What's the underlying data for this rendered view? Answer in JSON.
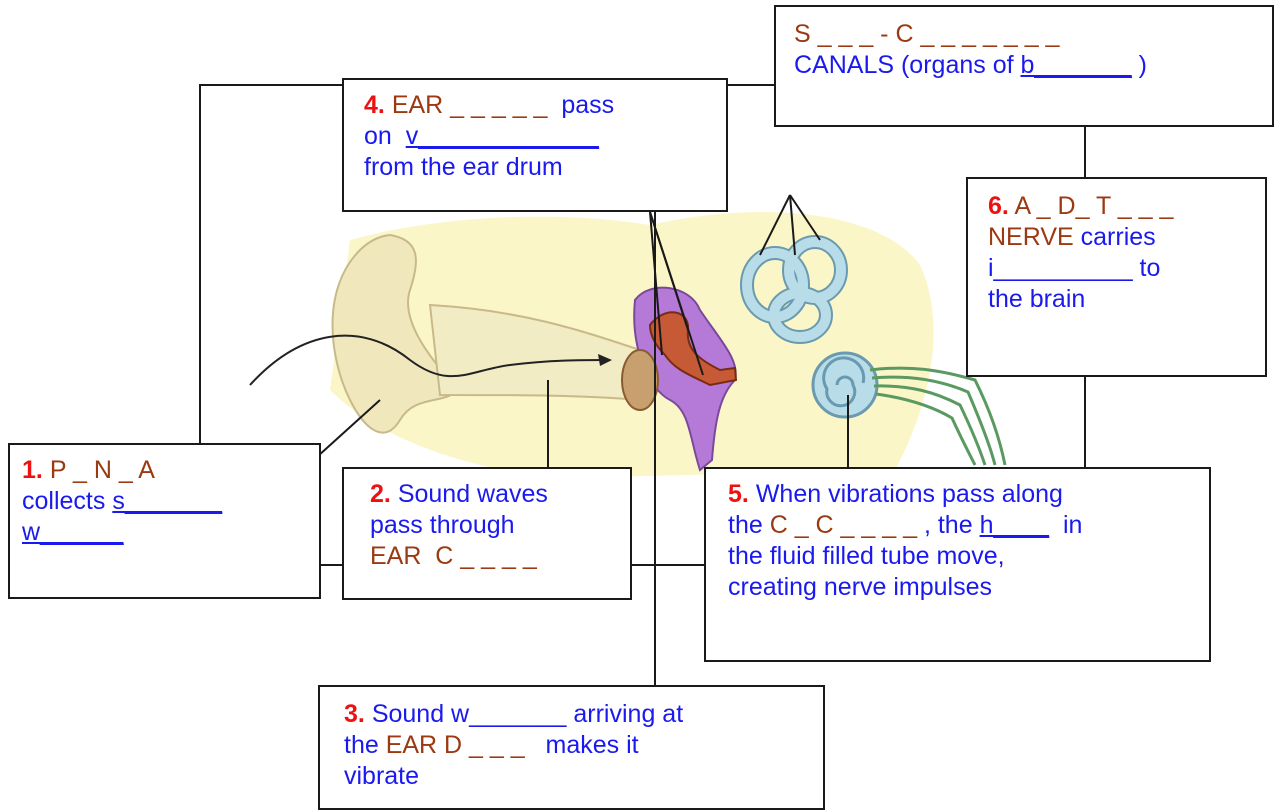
{
  "boxes": {
    "b1": {
      "num": "1.",
      "line1": "P _ N _ A",
      "collects": "collects ",
      "s_blank": "s_______",
      "w_blank": "w______"
    },
    "b2": {
      "num": "2.",
      "line1": "Sound waves",
      "line2": "pass through",
      "ear": "EAR  C _ _ _ _"
    },
    "b3": {
      "num": "3.",
      "line1a": "Sound w_______ arriving at",
      "the": "the ",
      "eard": "EAR D _ _ _",
      "makes": "   makes it",
      "line3": "vibrate"
    },
    "b4": {
      "num": "4.",
      "ear": "EAR _ _ _ _ _",
      "pass": "  pass",
      "on": "on  ",
      "v_blank": "v_____________",
      "line3": "from the ear drum"
    },
    "b5": {
      "num": "5.",
      "line1": "When vibrations pass along",
      "the": "the ",
      "cc": "C _ C _ _ _ _",
      "comma": " , the ",
      "h_blank": "h____",
      "in": "  in",
      "line3": "the fluid filled tube move,",
      "line4": "creating nerve impulses"
    },
    "b6": {
      "num": "6.",
      "line1": "A _ D_ T _ _ _",
      "nerve": "NERVE",
      "carries": " carries",
      "line3": "i__________ to",
      "line4": "the brain"
    },
    "sc": {
      "line1": "S _ _ _ - C _ _ _ _ _ _ _",
      "line2": "CANALS (organs of ",
      "b_blank": "b_______",
      "close": " )"
    }
  },
  "colors": {
    "number": "#ee1111",
    "brown": "#9b3a12",
    "blue": "#1a1aee",
    "lines": "#1a1a1a",
    "skin": "#f2ecc4",
    "yellow": "#fbf6c8",
    "purple": "#b57ad8",
    "orange": "#c65a36",
    "inner": "#b9dde8"
  }
}
